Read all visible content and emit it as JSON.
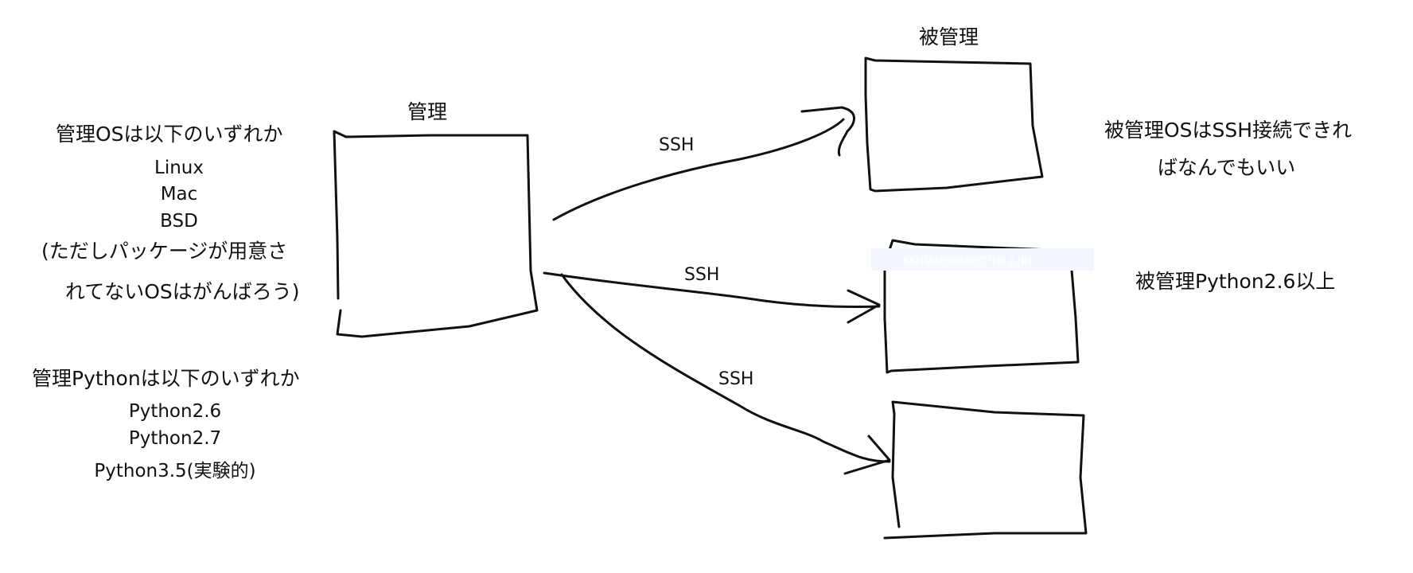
{
  "manager": {
    "label": "管理",
    "os_heading": "管理OSは以下のいずれか",
    "os_list": [
      "Linux",
      "Mac",
      "BSD"
    ],
    "os_note_1": "(ただしパッケージが用意さ",
    "os_note_2": "れてないOSはがんばろう)",
    "python_heading": "管理Pythonは以下のいずれか",
    "python_list": [
      "Python2.6",
      "Python2.7",
      "Python3.5(実験的)"
    ]
  },
  "managed": {
    "label": "被管理",
    "os_note_1": "被管理OSはSSH接続できれ",
    "os_note_2": "ばなんでもいい",
    "python_note": "被管理Python2.6以上"
  },
  "connections": [
    "SSH",
    "SSH",
    "SSH"
  ],
  "faint_label": "SSH接続の接続切り替え(R)",
  "colors": {
    "ink": "#111111",
    "background": "#ffffff",
    "faint_box": "#f4f7fd"
  }
}
